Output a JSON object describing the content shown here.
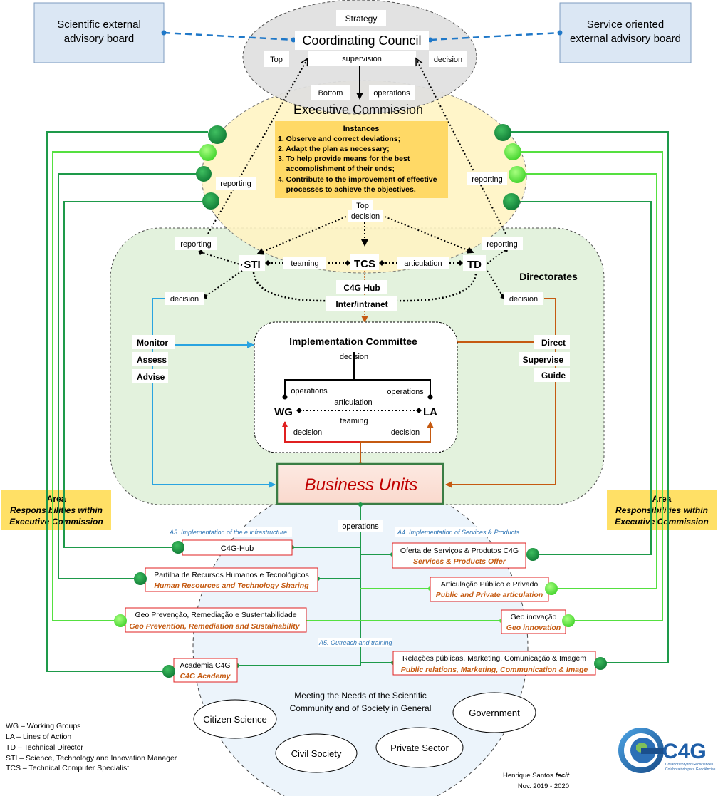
{
  "boards": {
    "left": [
      "Scientific external",
      "advisory board"
    ],
    "right": [
      "Service oriented",
      "external advisory board"
    ]
  },
  "council": {
    "strategy": "Strategy",
    "title": "Coordinating Council",
    "top": "Top",
    "supervision": "supervision",
    "decision": "decision",
    "bottom": "Bottom",
    "operations": "operations"
  },
  "executive": {
    "title": "Executive Commission",
    "instances_title": "Instances",
    "instances": [
      "1. Observe and correct deviations;",
      "2. Adapt the plan as necessary;",
      "3. To help provide means for the best",
      "    accomplishment of their ends;",
      "4. Contribute to the improvement of effective",
      "    processes to achieve the objectives."
    ],
    "reporting_left": "reporting",
    "reporting_right": "reporting",
    "top": "Top",
    "decision": "decision"
  },
  "directorates": {
    "title": "Directorates",
    "sti": "STI",
    "tcs": "TCS",
    "td": "TD",
    "teaming": "teaming",
    "articulation": "articulation",
    "reporting_left": "reporting",
    "reporting_right": "reporting",
    "decision_left": "decision",
    "decision_right": "decision",
    "hub": "C4G Hub",
    "intranet": "Inter/intranet",
    "monitor": "Monitor",
    "assess": "Assess",
    "advise": "Advise",
    "direct": "Direct",
    "supervise": "Supervise",
    "guide": "Guide"
  },
  "implementation": {
    "title": "Implementation Committee",
    "decision": "decision",
    "operations_left": "operations",
    "operations_right": "operations",
    "articulation": "articulation",
    "wg": "WG",
    "la": "LA",
    "teaming": "teaming",
    "decision_left": "decision",
    "decision_right": "decision"
  },
  "business_units": "Business Units",
  "area_left": [
    "Area",
    "Responsibilities within",
    "Executive Commission"
  ],
  "area_right": [
    "Area",
    "Responsibilities within",
    "Executive Commission"
  ],
  "operations": "operations",
  "section_a3": "A3.  Implementation of the e.infrastructure",
  "section_a4": "A4. Implementation of Services & Products",
  "section_a5": "A5. Outreach and training",
  "units": {
    "hub": "C4G-Hub",
    "partilha_pt": "Partilha de Recursos Humanos e Tecnológicos",
    "partilha_en": "Human Resources and Technology Sharing",
    "geoprev_pt": "Geo Prevenção, Remediação e Sustentabilidade",
    "geoprev_en": "Geo Prevention, Remediation and Sustainability",
    "academia_pt": "Academia C4G",
    "academia_en": "C4G Academy",
    "oferta_pt": "Oferta de Serviços & Produtos C4G",
    "oferta_en": "Services & Products Offer",
    "artic_pt": "Articulação Público e Privado",
    "artic_en": "Public and Private articulation",
    "geoinov_pt": "Geo inovação",
    "geoinov_en": "Geo innovation",
    "rel_pt": "Relações públicas, Marketing, Comunicação & Imagem",
    "rel_en": "Public relations, Marketing, Communication & Image"
  },
  "society": {
    "meeting": [
      "Meeting the Needs of the Scientific",
      "Community and of Society in General"
    ],
    "citizen": "Citizen Science",
    "government": "Government",
    "civil": "Civil Society",
    "private": "Private Sector"
  },
  "legend": [
    "WG – Working Groups",
    "LA – Lines of Action",
    "TD – Technical Director",
    "STI – Science, Technology and Innovation Manager",
    "TCS – Technical Computer Specialist"
  ],
  "credit": {
    "name": "Henrique Santos ",
    "fecit": "fecit",
    "date": "Nov. 2019 - 2020"
  },
  "logo": {
    "text": "C4G",
    "sub1": "Collaboratory for Geosciences",
    "sub2": "Colaboratório para Geociências"
  },
  "colors": {
    "dark_green": "#1e9a4a",
    "light_green": "#55e040",
    "blue": "#2aa4e0",
    "orange": "#c55a11",
    "red": "#e02020",
    "yellow": "#ffe066"
  }
}
